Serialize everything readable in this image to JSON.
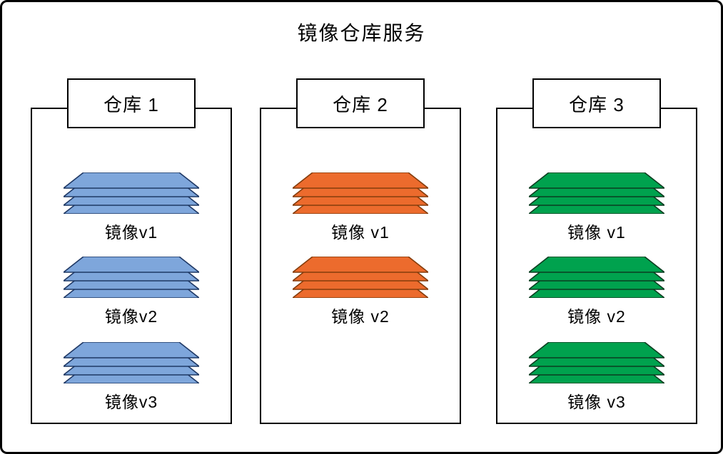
{
  "title": "镜像仓库服务",
  "colors": {
    "blue_fill": "#7EA6DB",
    "blue_stroke": "#1F3864",
    "orange_fill": "#EC6B2D",
    "orange_stroke": "#843C0C",
    "green_fill": "#00A24E",
    "green_stroke": "#0B3D20",
    "outline": "#000000",
    "background": "#FFFFFF"
  },
  "repositories": [
    {
      "name": "仓库 1",
      "color": "blue",
      "images": [
        "镜像v1",
        "镜像v2",
        "镜像v3"
      ]
    },
    {
      "name": "仓库 2",
      "color": "orange",
      "images": [
        "镜像 v1",
        "镜像 v2"
      ]
    },
    {
      "name": "仓库 3",
      "color": "green",
      "images": [
        "镜像 v1",
        "镜像 v2",
        "镜像 v3"
      ]
    }
  ],
  "layers_per_image": 4
}
